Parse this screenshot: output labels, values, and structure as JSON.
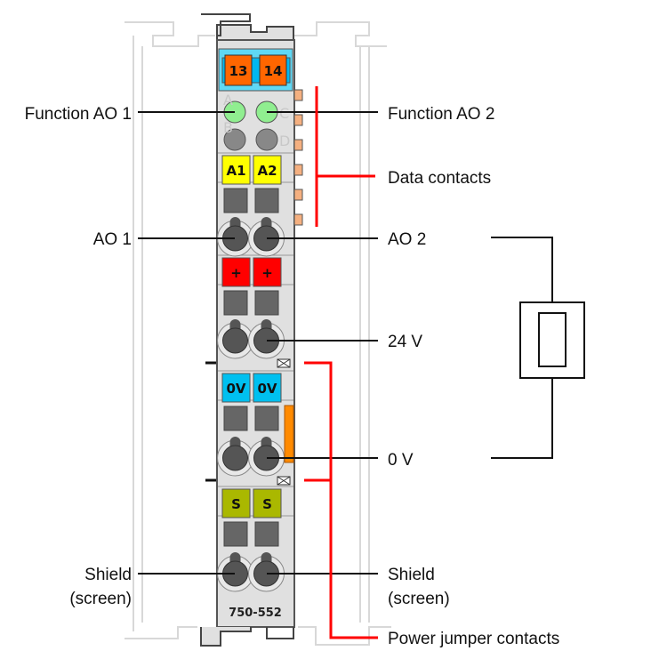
{
  "module": {
    "part_number": "750-552",
    "top_markers": [
      "13",
      "14"
    ],
    "led_letters": [
      "A",
      "B",
      "C",
      "D"
    ],
    "row_markers": [
      {
        "left": "A1",
        "right": "A2",
        "color": "#ffff00"
      },
      {
        "left": "+",
        "right": "+",
        "color": "#ff0000"
      },
      {
        "left": "0V",
        "right": "0V",
        "color": "#00c0f0"
      },
      {
        "left": "S",
        "right": "S",
        "color": "#aab800"
      }
    ]
  },
  "labels": {
    "function_ao1": "Function AO 1",
    "function_ao2": "Function AO 2",
    "data_contacts": "Data contacts",
    "ao1": "AO 1",
    "ao2": "AO 2",
    "v24": "24 V",
    "v0": "0 V",
    "shield_left_1": "Shield",
    "shield_left_2": "(screen)",
    "shield_right_1": "Shield",
    "shield_right_2": "(screen)",
    "power_jumper": "Power jumper contacts"
  },
  "colors": {
    "callout_red": "#ff0000",
    "led_green": "#90ee90",
    "header_blue": "#5fd8f5",
    "marker_orange": "#ff6600"
  }
}
